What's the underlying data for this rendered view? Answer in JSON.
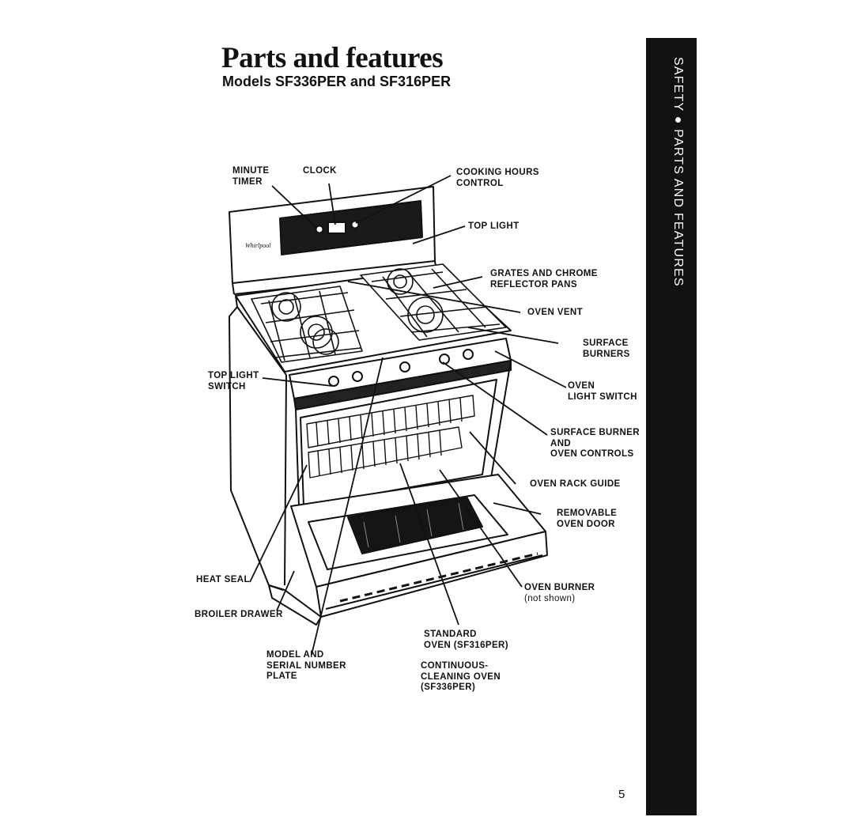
{
  "header": {
    "title": "Parts and features",
    "subtitle": "Models SF336PER and SF316PER"
  },
  "sidebar": {
    "text": "SAFETY ● PARTS AND FEATURES"
  },
  "page_number": "5",
  "oven_brand": "Whirlpool",
  "labels": {
    "minute_timer": [
      "MINUTE",
      "TIMER"
    ],
    "clock": "CLOCK",
    "cooking_hours_control": [
      "COOKING HOURS",
      "CONTROL"
    ],
    "top_light": "TOP LIGHT",
    "grates_reflector": [
      "GRATES AND CHROME",
      "REFLECTOR PANS"
    ],
    "oven_vent": "OVEN VENT",
    "surface_burners": [
      "SURFACE",
      "BURNERS"
    ],
    "oven_light_switch": [
      "OVEN",
      "LIGHT SWITCH"
    ],
    "top_light_switch": [
      "TOP LIGHT",
      "SWITCH"
    ],
    "surface_burner_oven_controls": [
      "SURFACE BURNER",
      "AND",
      "OVEN CONTROLS"
    ],
    "oven_rack_guide": "OVEN RACK GUIDE",
    "removable_oven_door": [
      "REMOVABLE",
      "OVEN DOOR"
    ],
    "heat_seal": "HEAT SEAL",
    "broiler_drawer": "BROILER DRAWER",
    "oven_burner": [
      "OVEN BURNER",
      "(not shown)"
    ],
    "model_serial_plate": [
      "MODEL AND",
      "SERIAL NUMBER",
      "PLATE"
    ],
    "standard_oven": [
      "STANDARD",
      "OVEN (SF316PER)"
    ],
    "continuous_cleaning_oven": [
      "CONTINUOUS-",
      "CLEANING OVEN",
      "(SF336PER)"
    ]
  }
}
